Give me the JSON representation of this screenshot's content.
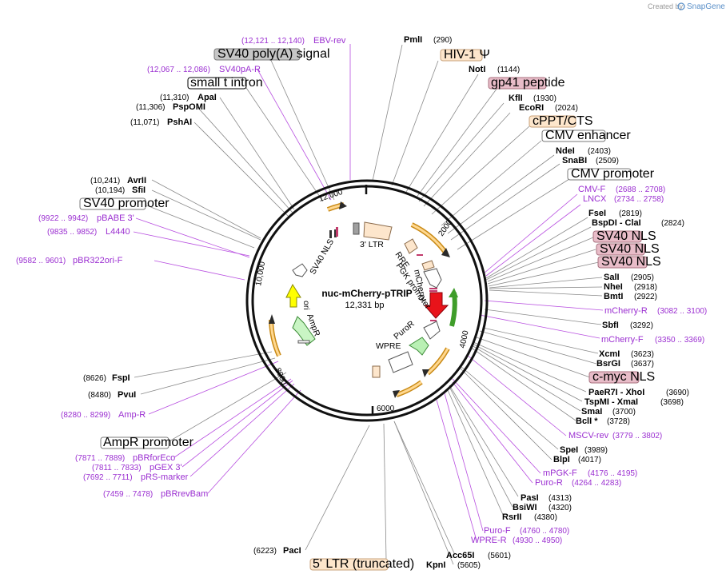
{
  "credit": {
    "prefix": "Created by",
    "brand": "SnapGene"
  },
  "plasmid": {
    "name": "nuc-mCherry-pTRIP",
    "length_label": "12,331 bp"
  },
  "ticks": [
    "2000",
    "4000",
    "6000",
    "8000",
    "10,000",
    "12,000"
  ],
  "enzymes": [
    {
      "name": "PmlI",
      "pos": "(290)"
    },
    {
      "name": "NotI",
      "pos": "(1144)"
    },
    {
      "name": "KflI",
      "pos": "(1930)"
    },
    {
      "name": "EcoRI",
      "pos": "(2024)"
    },
    {
      "name": "NdeI",
      "pos": "(2403)"
    },
    {
      "name": "SnaBI",
      "pos": "(2509)"
    },
    {
      "name": "FseI",
      "pos": "(2819)"
    },
    {
      "name": "BspDI - ClaI",
      "pos": "(2824)"
    },
    {
      "name": "SalI",
      "pos": "(2905)"
    },
    {
      "name": "NheI",
      "pos": "(2918)"
    },
    {
      "name": "BmtI",
      "pos": "(2922)"
    },
    {
      "name": "SbfI",
      "pos": "(3292)"
    },
    {
      "name": "XcmI",
      "pos": "(3623)"
    },
    {
      "name": "BsrGI",
      "pos": "(3637)"
    },
    {
      "name": "PaeR7I - XhoI",
      "pos": "(3690)"
    },
    {
      "name": "TspMI - XmaI",
      "pos": "(3698)"
    },
    {
      "name": "SmaI",
      "pos": "(3700)"
    },
    {
      "name": "BclI *",
      "pos": "(3728)"
    },
    {
      "name": "SpeI",
      "pos": "(3989)"
    },
    {
      "name": "BlpI",
      "pos": "(4017)"
    },
    {
      "name": "PasI",
      "pos": "(4313)"
    },
    {
      "name": "BsiWI",
      "pos": "(4320)"
    },
    {
      "name": "RsrII",
      "pos": "(4380)"
    },
    {
      "name": "Acc65I",
      "pos": "(5601)"
    },
    {
      "name": "KpnI",
      "pos": "(5605)"
    },
    {
      "name": "PacI",
      "pos": "(6223)"
    },
    {
      "name": "FspI",
      "pos": "(8626)"
    },
    {
      "name": "PvuI",
      "pos": "(8480)"
    },
    {
      "name": "AvrII",
      "pos": "(10,241)"
    },
    {
      "name": "SfiI",
      "pos": "(10,194)"
    },
    {
      "name": "ApaI",
      "pos": "(11,310)"
    },
    {
      "name": "PspOMI",
      "pos": "(11,306)"
    },
    {
      "name": "PshAI",
      "pos": "(11,071)"
    }
  ],
  "primers": [
    {
      "name": "EBV-rev",
      "pos": "(12,121 .. 12,140)"
    },
    {
      "name": "SV40pA-R",
      "pos": "(12,067 .. 12,086)"
    },
    {
      "name": "CMV-F",
      "pos": "(2688 .. 2708)"
    },
    {
      "name": "LNCX",
      "pos": "(2734 .. 2758)"
    },
    {
      "name": "mCherry-R",
      "pos": "(3082 .. 3100)"
    },
    {
      "name": "mCherry-F",
      "pos": "(3350 .. 3369)"
    },
    {
      "name": "MSCV-rev",
      "pos": "(3779 .. 3802)"
    },
    {
      "name": "mPGK-F",
      "pos": "(4176 .. 4195)"
    },
    {
      "name": "Puro-R",
      "pos": "(4264 .. 4283)"
    },
    {
      "name": "Puro-F",
      "pos": "(4760 .. 4780)"
    },
    {
      "name": "WPRE-R",
      "pos": "(4930 .. 4950)"
    },
    {
      "name": "pBABE 3'",
      "pos": "(9922 .. 9942)"
    },
    {
      "name": "L4440",
      "pos": "(9835 .. 9852)"
    },
    {
      "name": "pBR322ori-F",
      "pos": "(9582 .. 9601)"
    },
    {
      "name": "Amp-R",
      "pos": "(8280 .. 8299)"
    },
    {
      "name": "pBRforEco",
      "pos": "(7871 .. 7889)"
    },
    {
      "name": "pGEX 3'",
      "pos": "(7811 .. 7833)"
    },
    {
      "name": "pRS-marker",
      "pos": "(7692 .. 7711)"
    },
    {
      "name": "pBRrevBam",
      "pos": "(7459 .. 7478)"
    }
  ],
  "features": [
    {
      "name": "SV40 poly(A) signal",
      "fill": "#c6c6c6",
      "stroke": "#7a7a7a"
    },
    {
      "name": "small t intron",
      "fill": "#ffffff",
      "stroke": "#000000"
    },
    {
      "name": "HIV-1 Ψ",
      "fill": "#fde6cc",
      "stroke": "#c9a27a"
    },
    {
      "name": "gp41 peptide",
      "fill": "#e8bcc8",
      "stroke": "#a8707e"
    },
    {
      "name": "cPPT/CTS",
      "fill": "#fde6cc",
      "stroke": "#c9a27a"
    },
    {
      "name": "CMV enhancer",
      "fill": "#ffffff",
      "stroke": "#7a7a7a"
    },
    {
      "name": "CMV promoter",
      "fill": "#ffffff",
      "stroke": "#7a7a7a"
    },
    {
      "name": "SV40 NLS",
      "fill": "#e8bcc8",
      "stroke": "#a8707e"
    },
    {
      "name": "SV40 NLS",
      "fill": "#e8bcc8",
      "stroke": "#a8707e"
    },
    {
      "name": "SV40 NLS",
      "fill": "#e8bcc8",
      "stroke": "#a8707e"
    },
    {
      "name": "c-myc NLS",
      "fill": "#e8bcc8",
      "stroke": "#a8707e"
    },
    {
      "name": "SV40 promoter",
      "fill": "#ffffff",
      "stroke": "#7a7a7a"
    },
    {
      "name": "AmpR promoter",
      "fill": "#ffffff",
      "stroke": "#7a7a7a"
    },
    {
      "name": "5' LTR (truncated)",
      "fill": "#fde6cc",
      "stroke": "#c9a27a"
    }
  ],
  "inner_labels": [
    "3' LTR",
    "SV40 NLS",
    "RRE",
    "PGK promoter",
    "mCherry",
    "PuroR",
    "WPRE",
    "ori",
    "AmpR"
  ]
}
